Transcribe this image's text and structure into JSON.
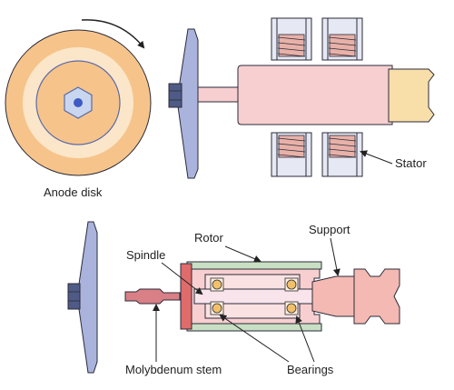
{
  "labels": {
    "anode_disk": "Anode disk",
    "stator": "Stator",
    "rotor": "Rotor",
    "support": "Support",
    "spindle": "Spindle",
    "molybdenum_stem": "Molybdenum stem",
    "bearings": "Bearings"
  },
  "colors": {
    "outline": "#2b2b3a",
    "disk_outer": "#f6c48a",
    "disk_ring": "#fbe6c9",
    "disk_inner": "#f6c48a",
    "hub_hex": "#c9d6ef",
    "anode_face": "#a9b3dc",
    "rotor_pink": "#f7cfd0",
    "support_pink": "#f4b9b2",
    "base_yellow": "#f8dea9",
    "stator_box": "#e6e8f3",
    "coil": "#e8b1a8",
    "rotor_sleeve": "#c9dfc4",
    "end_cap": "#e06b6b",
    "bearing_ball": "#f3c06a",
    "stem": "#d97f86"
  }
}
